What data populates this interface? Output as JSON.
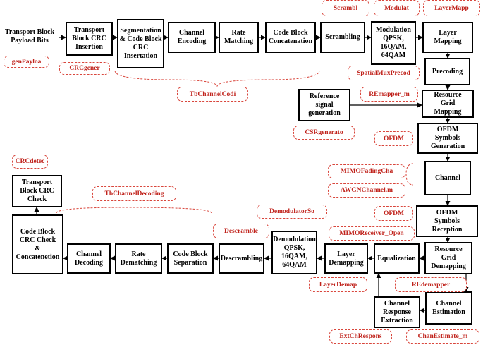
{
  "blocks": {
    "tb_payload": "Transport Block\nPayload Bits",
    "tb_crc_insert": "Transport\nBlock CRC\nInsertion",
    "segmentation": "Segmentation\n& Code Block\nCRC\nInsertation",
    "channel_encoding": "Channel\nEncoding",
    "rate_matching": "Rate\nMatching",
    "cb_concat": "Code Block\nConcatenation",
    "scrambling": "Scrambling",
    "modulation": "Modulation\nQPSK,\n16QAM,\n64QAM",
    "layer_mapping": "Layer\nMapping",
    "precoding": "Precoding",
    "resource_grid_mapping": "Resource\nGrid\nMapping",
    "ref_signal": "Reference\nsignal\ngeneration",
    "ofdm_gen": "OFDM\nSymbols\nGeneration",
    "channel": "Channel",
    "ofdm_rx": "OFDM\nSymbols\nReception",
    "rg_demapping": "Resource\nGrid\nDemapping",
    "equalization": "Equalization",
    "layer_demapping": "Layer\nDemapping",
    "demodulation": "Demodulation\nQPSK,\n16QAM,\n64QAM",
    "descrambling": "Descrambling",
    "cb_separation": "Code Block\nSeparation",
    "rate_dematching": "Rate\nDematching",
    "channel_decoding": "Channel\nDecoding",
    "cb_crc_check": "Code Block\nCRC Check\n&\nConcatenetion",
    "tb_crc_check": "Transport\nBlock CRC\nCheck",
    "ch_response": "Channel\nResponse\nExtraction",
    "ch_estimation": "Channel\nEstimation"
  },
  "tags": {
    "genPayloa": "genPayloa",
    "CRCgener": "CRCgener",
    "TbChannelCodi": "TbChannelCodi",
    "Scrambl": "Scrambl",
    "Modulat": "Modulat",
    "LayerMapp": "LayerMapp",
    "SpatialMuxPrecod": "SpatialMuxPrecod",
    "REmapper_m": "REmapper_m",
    "CSRgenerato": "CSRgenerato",
    "OFDM_tx": "OFDM",
    "MIMOFadingCha": "MIMOFadingCha",
    "AWGNChannel": "AWGNChannel.m",
    "OFDM_rx": "OFDM",
    "CRCdetec": "CRCdetec",
    "TbChannelDecoding": "TbChannelDecoding",
    "DemodulatorSo": "DemodulatorSo",
    "Descramble": "Descramble",
    "MIMOReceiver_Open": "MIMOReceiver_Open",
    "LayerDemap": "LayerDemap",
    "REdemapper": "REdemapper",
    "ExtChRespons": "ExtChRespons",
    "ChanEstimate_m": "ChanEstimate_m"
  },
  "colors": {
    "tag_border": "#d9463c",
    "tag_text": "#c0231c",
    "box_border": "#000000"
  }
}
